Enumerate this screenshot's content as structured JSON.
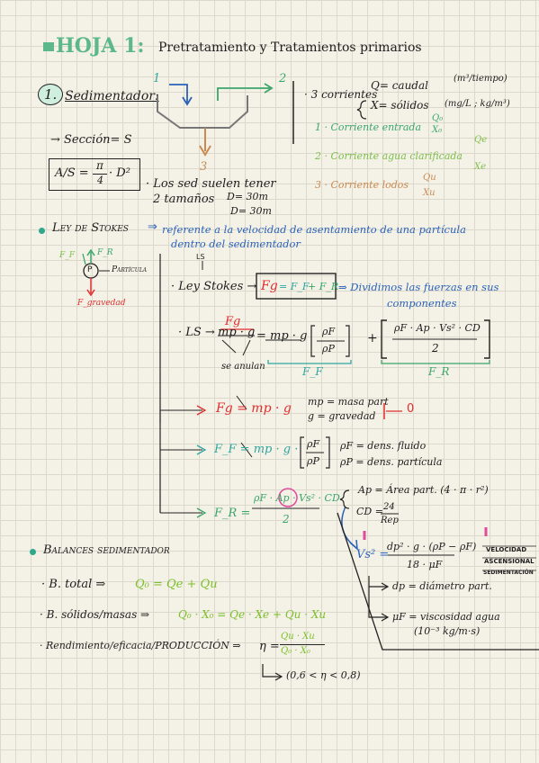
{
  "title": {
    "main": "HOJA 1:",
    "subtitle": "Pretratamiento y Tratamientos primarios"
  },
  "sedimentador": {
    "label": "Sedimentador:",
    "number": "1.",
    "stream_1": "1",
    "stream_2": "2",
    "stream_3": "3",
    "seccion": "→ Sección= S",
    "area_formula": "A/S = π/4 · D²",
    "area_lhs": "A/S =",
    "area_pi": "π",
    "area_4": "4",
    "area_d": "· D²",
    "tanques_1": "· Los sed suelen tener",
    "tanques_2": "2 tamaños",
    "tanques_d1": "D= 30m",
    "tanques_d2": "D= 30m",
    "corrientes": "· 3 corrientes",
    "q_caudal": "Q= caudal",
    "q_units": "(m³/tiempo)",
    "x_solidos": "X= sólidos",
    "x_units": "(mg/L ; kg/m³)",
    "c1": "1 · Corriente entrada",
    "c1_vars": [
      "Q₀",
      "X₀"
    ],
    "c2": "2 · Corriente agua clarificada",
    "c2_vars": [
      "Qe",
      "Xe"
    ],
    "c3": "3 · Corriente lodos",
    "c3_vars": [
      "Qu",
      "Xu"
    ]
  },
  "stokes": {
    "heading": "Ley de Stokes",
    "arrow": "⇒",
    "desc_1": "referente a la velocidad de asentamiento de una partícula",
    "desc_2": "dentro del sedimentador",
    "ff": "F_F",
    "fr": "F_R",
    "p": "P",
    "particula": "Partícula",
    "fgrav": "F_gravedad",
    "ley": "· Ley Stokes →",
    "ls_over": "LS",
    "ls_eq": "=",
    "eq_fg": "Fg",
    "eq_ff": "= F_F",
    "eq_fr": "+ F_R",
    "dividimos_1": "⇒ Dividimos las fuerzas en sus",
    "dividimos_2": "componentes",
    "ls_label": "· LS →",
    "fg_top": "Fg",
    "mp_g": "mp · g",
    "mp_g_2": "= mp · g",
    "ratio": "ρF/ρP",
    "rho_f": "ρF",
    "rho_p": "ρP",
    "plus": "+",
    "fr_expr": "ρF · Ap · Vs² · CD",
    "fr_den": "2",
    "se_anulan": "se anulan",
    "label_ff": "F_F",
    "label_fr": "F_R",
    "fg_line": "Fg = mp · g",
    "mp_def": "mp = masa part",
    "g_def": "g = gravedad",
    "zero": "0",
    "ff_line": "F_F = mp · g ·",
    "rhof_def": "ρF = dens. fluido",
    "rhop_def": "ρP = dens. partícula",
    "fr_line": "F_R =",
    "fr_num": "ρF · Ap · Vs² · CD",
    "fr_line_den": "2",
    "ap_def": "Ap = Área part. (4 · π · r²)",
    "cd_def": "CD = 24 / Re_p",
    "cd_lhs": "CD =",
    "cd_num": "24",
    "cd_den": "Rep",
    "vs_lhs": "Vs² =",
    "vs_num": "dp² · g · (ρP − ρF)",
    "vs_den": "18 · μF",
    "vs_tag_1": "VELOCIDAD",
    "vs_tag_2": "ASCENSIONAL",
    "vs_tag_3": "SEDIMENTACIÓN",
    "dp_def": "dp = diámetro part.",
    "mu_def": "μF = viscosidad agua",
    "mu_val": "(10⁻³ kg/m·s)"
  },
  "balances": {
    "heading": "Balances sedimentador",
    "total_label": "· B. total ⇒",
    "total_eq": "Q₀ = Qe + Qu",
    "solidos_label": "· B. sólidos/masas ⇒",
    "solidos_eq": "Q₀ · X₀ = Qe · Xe + Qu · Xu",
    "rend_label": "· Rendimiento/eficacia/PRODUCCIÓN ⇒",
    "rend_lhs": "η =",
    "rend_num": "Qu · Xu",
    "rend_den": "Q₀ · X₀",
    "rend_range": "(0,6 < η < 0,8)"
  },
  "colors": {
    "green": "#5cb88a",
    "red": "#e02d2d",
    "orange": "#c98a52",
    "blue": "#2a62b8",
    "teal": "#2fa7a0",
    "pink": "#e04b9a"
  }
}
